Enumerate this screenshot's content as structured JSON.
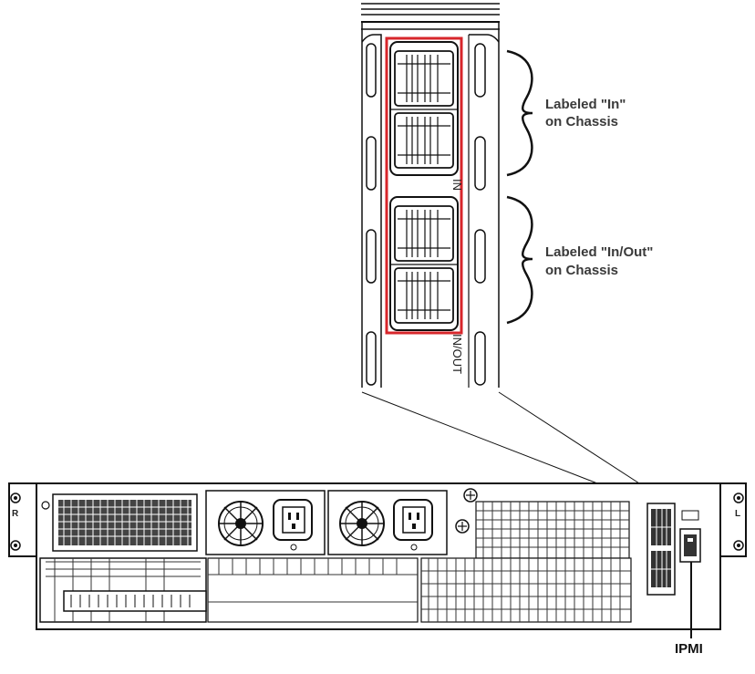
{
  "callouts": {
    "upper_label_line1": "Labeled \"In\"",
    "upper_label_line2": "on Chassis",
    "lower_label_line1": "Labeled \"In/Out\"",
    "lower_label_line2": "on Chassis",
    "ipmi_label": "IPMI"
  },
  "detail_view": {
    "port_text_upper": "IN",
    "port_text_lower": "IN/OUT",
    "highlight_color": "#d7262b"
  },
  "chassis": {
    "left_ear_letter": "R",
    "right_ear_letter": "L"
  }
}
